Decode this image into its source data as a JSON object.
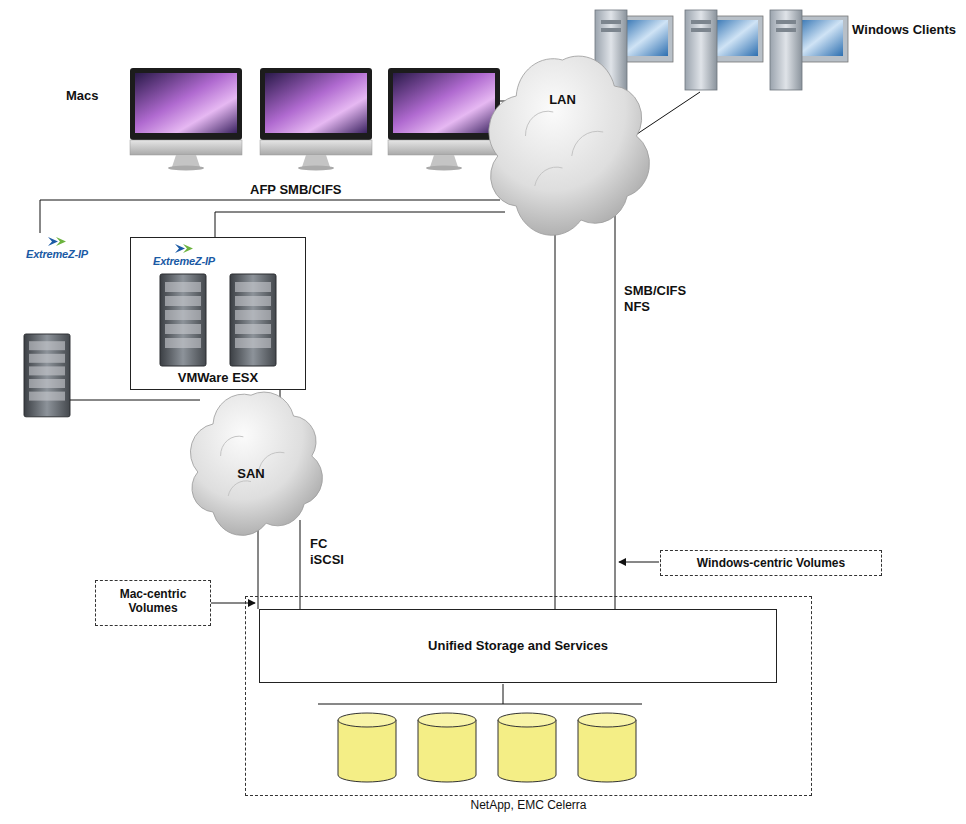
{
  "diagram": {
    "nodes": [
      {
        "text": [
          "Macs"
        ]
      },
      {
        "text": [
          "Windows Clients"
        ]
      },
      {
        "text": [
          "LAN"
        ]
      },
      {
        "text": [
          "ExtremeZ-IP",
          "VMWare ESX"
        ]
      },
      {
        "text": [
          "ExtremeZ-IP"
        ]
      },
      {
        "text": [
          "SAN"
        ]
      },
      {
        "text": [
          "Mac-centric Volumes"
        ]
      },
      {
        "text": [
          "Windows-centric Volumes"
        ]
      },
      {
        "text": [
          "NetApp, EMC Celerra"
        ]
      },
      {
        "text": [
          "Unified Storage and Services"
        ],
        "in": 8
      }
    ],
    "edges": [
      {
        "from": 0,
        "to": 2,
        "arrow": "none"
      },
      {
        "from": 1,
        "to": 2,
        "arrow": "none"
      },
      {
        "from": 4,
        "to": 2,
        "label": "AFP SMB/CIFS",
        "arrow": "none"
      },
      {
        "from": 3,
        "to": 2,
        "arrow": "none"
      },
      {
        "from": 3,
        "to": 5,
        "arrow": "none"
      },
      {
        "from": 4,
        "to": 5,
        "arrow": "none"
      },
      {
        "from": 5,
        "to": 9,
        "arrow": "none"
      },
      {
        "from": 5,
        "to": 9,
        "label": "FC iSCSI",
        "arrow": "none"
      },
      {
        "from": 2,
        "to": 9,
        "arrow": "none"
      },
      {
        "from": 2,
        "to": 9,
        "label": "SMB/CIFS NFS",
        "arrow": "none"
      }
    ]
  }
}
